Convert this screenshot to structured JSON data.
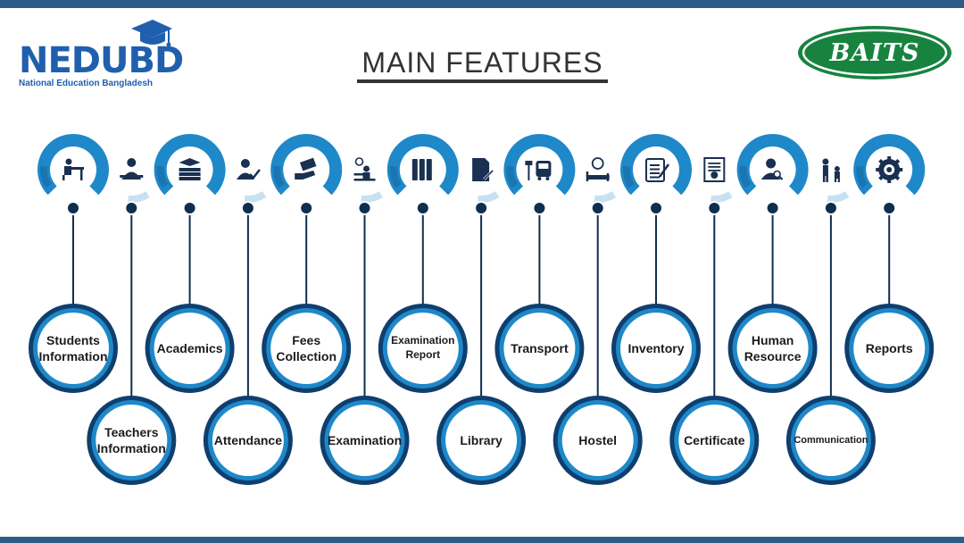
{
  "header": {
    "title": "MAIN FEATURES"
  },
  "logo_left": {
    "wordmark": "NEDUBD",
    "tagline": "National Education Bangladesh",
    "icon": "graduation-cap-icon"
  },
  "logo_right": {
    "wordmark": "BAITS",
    "color": "#17833f"
  },
  "colors": {
    "band": "#2d5d86",
    "ring_light": "#1e88c9",
    "ring_dark": "#0f3f6e",
    "icon": "#1a3050"
  },
  "features": [
    {
      "label": "Students\nInformation",
      "icon": "student-desk-icon",
      "row": "top"
    },
    {
      "label": "Teachers\nInformation",
      "icon": "teacher-icon",
      "row": "bottom"
    },
    {
      "label": "Academics",
      "icon": "books-cap-icon",
      "row": "top"
    },
    {
      "label": "Attendance",
      "icon": "attendance-check-icon",
      "row": "bottom"
    },
    {
      "label": "Fees\nCollection",
      "icon": "fees-hand-icon",
      "row": "top"
    },
    {
      "label": "Examination",
      "icon": "exam-clock-icon",
      "row": "bottom"
    },
    {
      "label": "Examination\nReport",
      "icon": "binders-icon",
      "row": "top"
    },
    {
      "label": "Library",
      "icon": "document-pen-icon",
      "row": "bottom"
    },
    {
      "label": "Transport",
      "icon": "bus-stop-icon",
      "row": "top"
    },
    {
      "label": "Hostel",
      "icon": "bed-question-icon",
      "row": "bottom"
    },
    {
      "label": "Inventory",
      "icon": "clipboard-list-icon",
      "row": "top"
    },
    {
      "label": "Certificate",
      "icon": "certificate-icon",
      "row": "bottom"
    },
    {
      "label": "Human\nResource",
      "icon": "person-search-icon",
      "row": "top"
    },
    {
      "label": "Communication",
      "icon": "people-talk-icon",
      "row": "bottom"
    },
    {
      "label": "Reports",
      "icon": "gear-report-icon",
      "row": "top"
    }
  ]
}
